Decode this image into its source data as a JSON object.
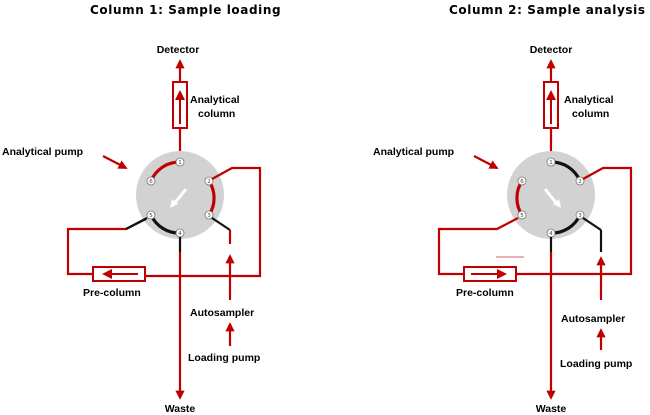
{
  "panels": [
    {
      "title": "Column 1: Sample loading",
      "labels": {
        "detector": "Detector",
        "analytical_column_line1": "Analytical",
        "analytical_column_line2": "column",
        "analytical_pump": "Analytical pump",
        "pre_column": "Pre-column",
        "autosampler": "Autosampler",
        "loading_pump": "Loading pump",
        "waste": "Waste"
      },
      "ports": [
        "1",
        "2",
        "3",
        "4",
        "5",
        "6"
      ]
    },
    {
      "title": "Column 2: Sample analysis",
      "labels": {
        "detector": "Detector",
        "analytical_column_line1": "Analytical",
        "analytical_column_line2": "column",
        "analytical_pump": "Analytical pump",
        "pre_column": "Pre-column",
        "autosampler": "Autosampler",
        "loading_pump": "Loading pump",
        "waste": "Waste"
      },
      "ports": [
        "1",
        "2",
        "3",
        "4",
        "5",
        "6"
      ]
    }
  ],
  "colors": {
    "flow": "#c00000",
    "inactive": "#111111",
    "valve": "#d2d2d2",
    "port_fill": "#ffffff"
  }
}
